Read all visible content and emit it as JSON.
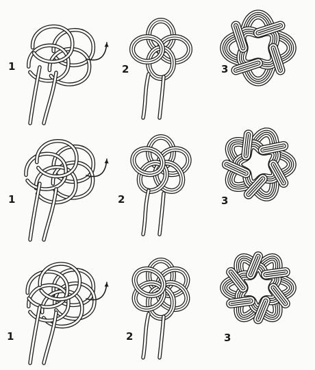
{
  "rows": [
    {
      "steps": [
        {
          "label": "1",
          "stage": "loose",
          "lobes": 4
        },
        {
          "label": "2",
          "stage": "doubled",
          "lobes": 4
        },
        {
          "label": "3",
          "stage": "finished",
          "lobes": 4
        }
      ]
    },
    {
      "steps": [
        {
          "label": "1",
          "stage": "loose",
          "lobes": 5
        },
        {
          "label": "2",
          "stage": "doubled",
          "lobes": 5
        },
        {
          "label": "3",
          "stage": "finished",
          "lobes": 5
        }
      ]
    },
    {
      "steps": [
        {
          "label": "1",
          "stage": "loose",
          "lobes": 6
        },
        {
          "label": "2",
          "stage": "doubled",
          "lobes": 6
        },
        {
          "label": "3",
          "stage": "finished",
          "lobes": 6
        }
      ]
    }
  ],
  "colors": {
    "ink": "#1b1b1b",
    "paper": "#fbfbfa"
  }
}
